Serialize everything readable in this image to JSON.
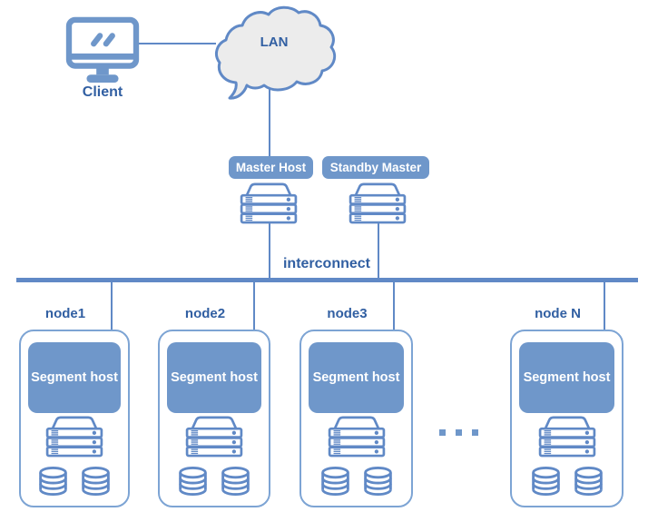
{
  "diagram": {
    "client_label": "Client",
    "lan_label": "LAN",
    "master_host_label": "Master Host",
    "standby_master_label": "Standby Master",
    "interconnect_label": "interconnect",
    "ellipsis": "...",
    "nodes": [
      {
        "label": "node1",
        "segment_label": "Segment host"
      },
      {
        "label": "node2",
        "segment_label": "Segment host"
      },
      {
        "label": "node3",
        "segment_label": "Segment host"
      },
      {
        "label": "node N",
        "segment_label": "Segment host"
      }
    ],
    "icons": {
      "client": "computer-monitor-icon",
      "lan": "cloud-icon",
      "master": "server-icon",
      "standby": "server-icon",
      "segment_server": "server-icon",
      "segment_storage": "database-cylinder-icon"
    },
    "colors": {
      "fill_blue": "#6f97ca",
      "stroke_blue": "#6089c6",
      "node_border": "#7da4d4",
      "text_blue": "#315fa2",
      "cloud_fill": "#ececec",
      "background": "#ffffff"
    }
  }
}
